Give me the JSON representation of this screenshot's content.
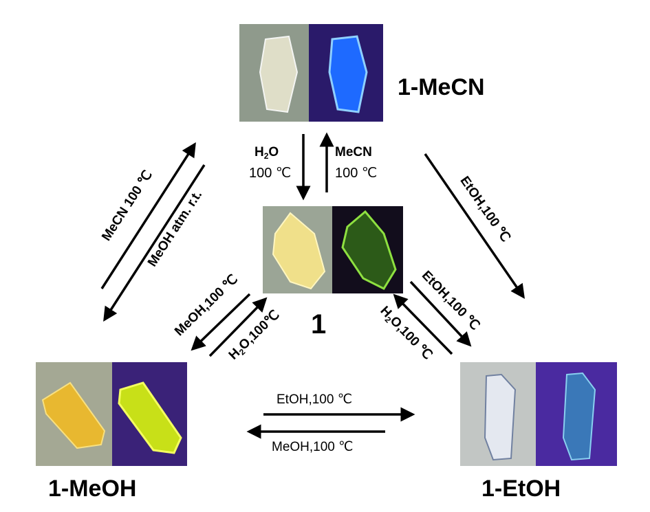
{
  "compounds": {
    "mecn": "1-MeCN",
    "parent": "1",
    "meoh": "1-MeOH",
    "etoh": "1-EtOH"
  },
  "conditions": {
    "to_1_from_mecn": {
      "reagent_prefix": "H",
      "reagent_sub": "2",
      "reagent_suffix": "O",
      "temp": "100 ℃"
    },
    "to_mecn_from_1": {
      "reagent": "MeCN",
      "temp": "100 ℃"
    },
    "meoh_to_mecn": "MeCN 100 ℃",
    "mecn_to_meoh": "MeOH  atm.  r.t.",
    "one_to_meoh": "MeOH,100 ℃",
    "meoh_to_one": {
      "prefix": "H",
      "sub": "2",
      "suffix": "O,100℃"
    },
    "mecn_to_etoh": "EtOH,100 ℃",
    "one_to_etoh": "EtOH,100 ℃",
    "etoh_to_one": {
      "prefix": "H",
      "sub": "2",
      "suffix": "O,100 ℃"
    },
    "meoh_to_etoh": "EtOH,100 ℃",
    "etoh_to_meoh": "MeOH,100 ℃"
  },
  "colors": {
    "mecn_fluorescence": "#2a8cff",
    "parent_fluorescence": "#7ed23a",
    "meoh_fluorescence": "#d8f020",
    "etoh_fluorescence": "#5aa8d8"
  }
}
